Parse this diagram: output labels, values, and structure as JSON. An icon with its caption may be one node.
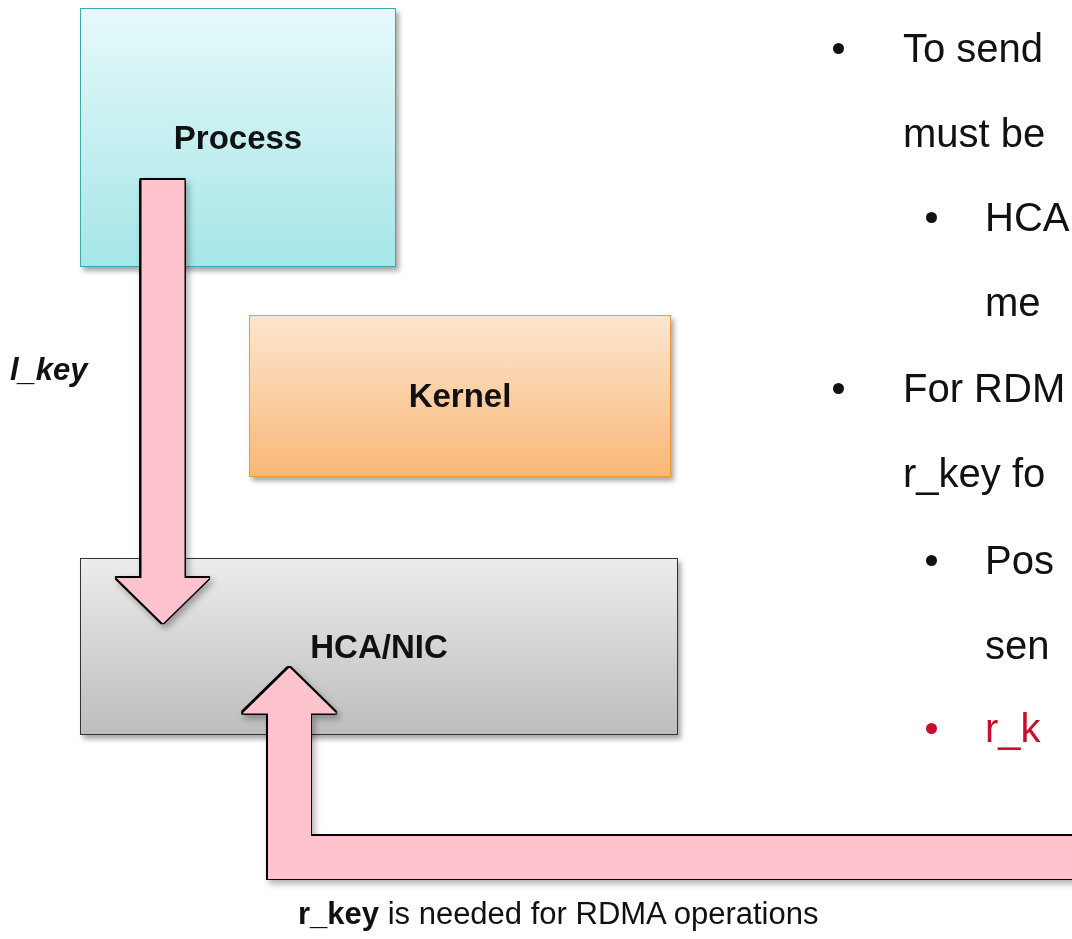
{
  "diagram": {
    "nodes": [
      {
        "text": [
          "Process"
        ]
      },
      {
        "text": [
          "Kernel"
        ]
      },
      {
        "text": [
          "HCA/NIC"
        ]
      }
    ],
    "edges": [
      {
        "from": 0,
        "to": 2,
        "arrow": "to",
        "label": "l_key"
      },
      {
        "from": null,
        "to": 2,
        "arrow": "to",
        "label": "**r_key** is needed for RDMA operations"
      }
    ],
    "labels": [
      "To send",
      "must be",
      "HCA",
      "me",
      "For RDM",
      "r_key fo",
      "Pos",
      "sen",
      "r_k"
    ]
  }
}
